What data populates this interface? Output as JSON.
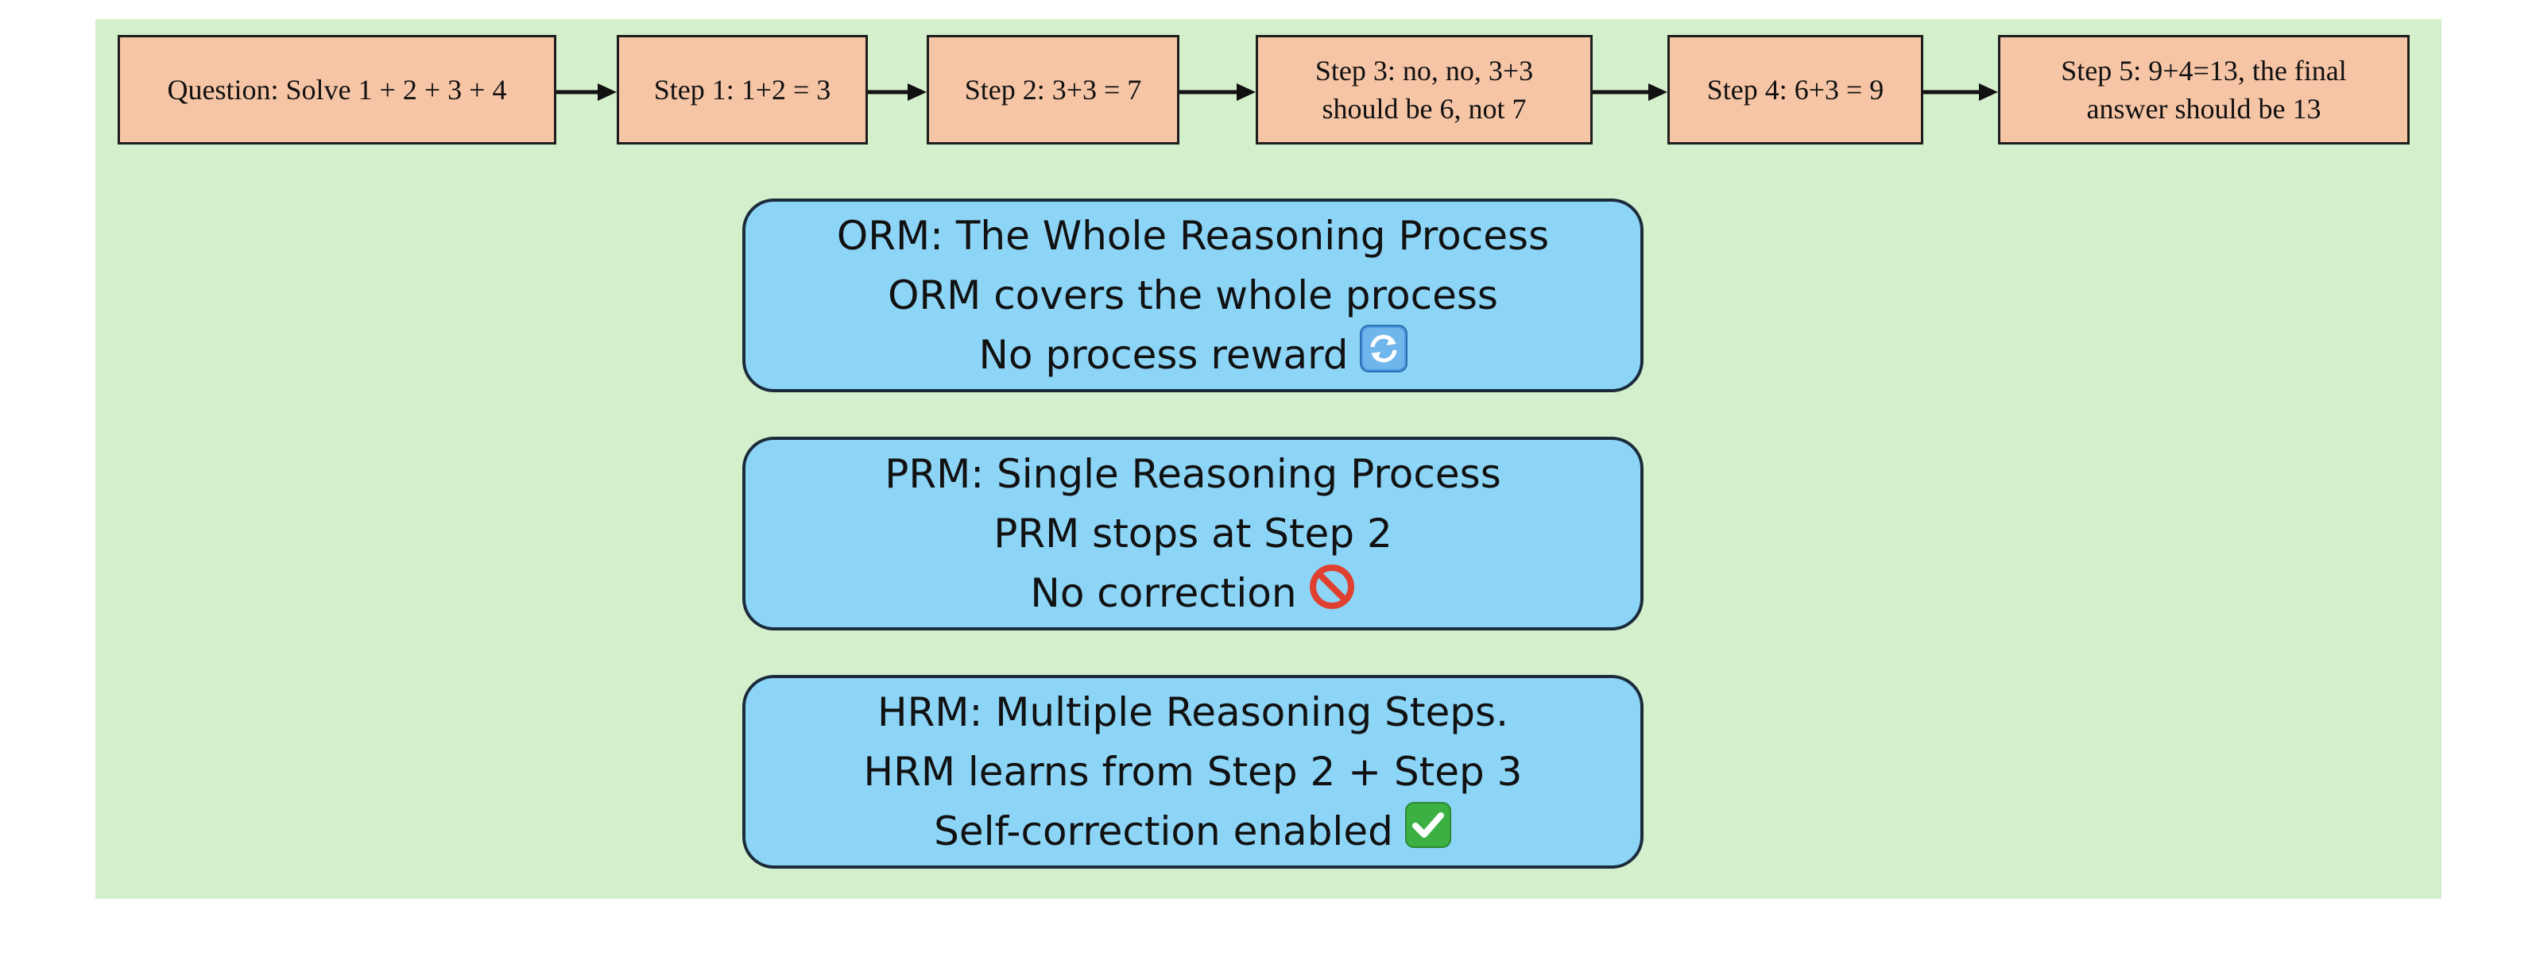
{
  "flow": {
    "question": "Question: Solve 1 + 2 + 3 + 4",
    "step1": "Step 1: 1+2 = 3",
    "step2": "Step 2: 3+3 = 7",
    "step3_line1": "Step 3: no, no, 3+3",
    "step3_line2": "should be 6, not 7",
    "step4": "Step 4: 6+3 = 9",
    "step5_line1": "Step 5: 9+4=13, the final",
    "step5_line2": "answer should be 13"
  },
  "orm": {
    "title": "ORM: The Whole Reasoning Process",
    "detail": "ORM covers the whole process",
    "note": "No process reward",
    "icon": "refresh-icon"
  },
  "prm": {
    "title": "PRM: Single Reasoning Process",
    "detail": "PRM stops at Step 2",
    "note": "No correction",
    "icon": "prohibited-icon"
  },
  "hrm": {
    "title": "HRM: Multiple Reasoning Steps.",
    "detail": "HRM learns from Step 2 + Step 3",
    "note": "Self-correction enabled",
    "icon": "check-mark-icon"
  },
  "colors": {
    "background": "#d4efcb",
    "step_fill": "#f6c5a6",
    "box_fill": "#8dd5f7"
  }
}
